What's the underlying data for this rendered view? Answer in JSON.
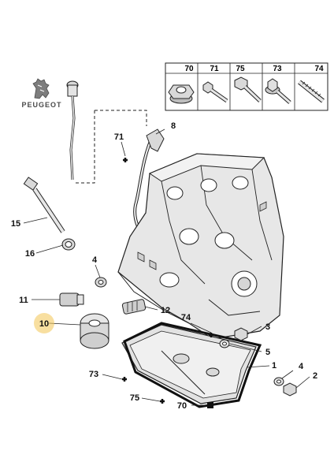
{
  "brand": {
    "name": "PEUGEOT"
  },
  "legend": {
    "refs": [
      "70",
      "71",
      "75",
      "73",
      "74"
    ]
  },
  "callouts": {
    "c1": "1",
    "c2": "2",
    "c3": "3",
    "c4a": "4",
    "c4b": "4",
    "c5": "5",
    "c8": "8",
    "c10": "10",
    "c11": "11",
    "c12": "12",
    "c15": "15",
    "c16": "16",
    "c70": "70",
    "c71": "71",
    "c73": "73",
    "c74": "74",
    "c75": "75"
  },
  "colors": {
    "line": "#222222",
    "part": "#d6d6d6",
    "highlight": "#f3c452"
  }
}
